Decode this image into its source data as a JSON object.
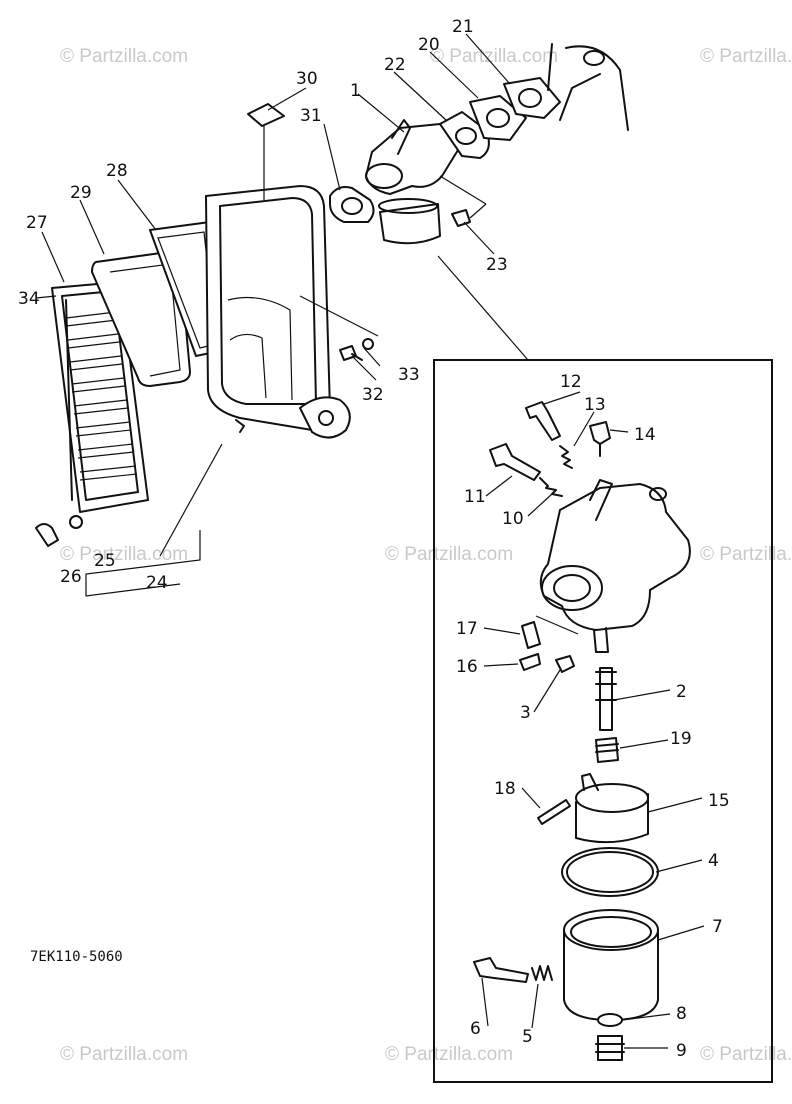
{
  "diagram": {
    "drawing_code": "7EK110-5060",
    "watermark": "© Partzilla.com",
    "callouts": [
      "1",
      "2",
      "3",
      "4",
      "5",
      "6",
      "7",
      "8",
      "9",
      "10",
      "11",
      "12",
      "13",
      "14",
      "15",
      "16",
      "17",
      "18",
      "19",
      "20",
      "21",
      "22",
      "23",
      "24",
      "25",
      "26",
      "27",
      "28",
      "29",
      "30",
      "31",
      "32",
      "33",
      "34"
    ]
  }
}
